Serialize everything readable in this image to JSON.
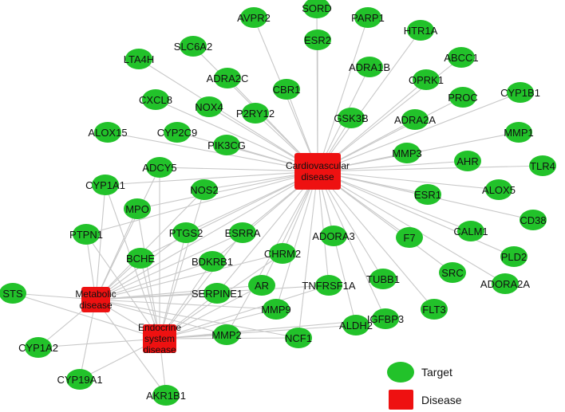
{
  "colors": {
    "target": "#22c22a",
    "disease": "#ee1111",
    "edge": "#c8c8c8"
  },
  "diseases": [
    {
      "id": "cardio",
      "lines": [
        "Cardiovascular",
        "disease"
      ]
    },
    {
      "id": "metab",
      "lines": [
        "Metabolic",
        "disease"
      ]
    },
    {
      "id": "endo",
      "lines": [
        "Endocrine",
        "system",
        "disease"
      ]
    }
  ],
  "targets": [
    {
      "label": "SORD",
      "links": [
        "cardio"
      ]
    },
    {
      "label": "AVPR2",
      "links": [
        "cardio"
      ]
    },
    {
      "label": "PARP1",
      "links": [
        "cardio"
      ]
    },
    {
      "label": "ESR2",
      "links": [
        "cardio"
      ]
    },
    {
      "label": "HTR1A",
      "links": [
        "cardio"
      ]
    },
    {
      "label": "SLC6A2",
      "links": [
        "cardio"
      ]
    },
    {
      "label": "LTA4H",
      "links": [
        "cardio"
      ]
    },
    {
      "label": "ADRA1B",
      "links": [
        "cardio"
      ]
    },
    {
      "label": "ABCC1",
      "links": [
        "cardio"
      ]
    },
    {
      "label": "ADRA2C",
      "links": [
        "cardio"
      ]
    },
    {
      "label": "OPRK1",
      "links": [
        "cardio"
      ]
    },
    {
      "label": "CBR1",
      "links": [
        "cardio"
      ]
    },
    {
      "label": "CXCL8",
      "links": [
        "cardio"
      ]
    },
    {
      "label": "NOX4",
      "links": [
        "cardio"
      ]
    },
    {
      "label": "PROC",
      "links": [
        "cardio"
      ]
    },
    {
      "label": "CYP1B1",
      "links": [
        "cardio"
      ]
    },
    {
      "label": "P2RY12",
      "links": [
        "cardio"
      ]
    },
    {
      "label": "GSK3B",
      "links": [
        "cardio"
      ]
    },
    {
      "label": "ADRA2A",
      "links": [
        "cardio"
      ]
    },
    {
      "label": "ALOX15",
      "links": [
        "cardio"
      ]
    },
    {
      "label": "CYP2C9",
      "links": [
        "cardio"
      ]
    },
    {
      "label": "MMP1",
      "links": [
        "cardio"
      ]
    },
    {
      "label": "PIK3CG",
      "links": [
        "cardio"
      ]
    },
    {
      "label": "MMP3",
      "links": [
        "cardio"
      ]
    },
    {
      "label": "AHR",
      "links": [
        "cardio"
      ]
    },
    {
      "label": "TLR4",
      "links": [
        "cardio"
      ]
    },
    {
      "label": "ADCY5",
      "links": [
        "cardio",
        "metab",
        "endo"
      ]
    },
    {
      "label": "CYP1A1",
      "links": [
        "cardio",
        "metab",
        "endo"
      ]
    },
    {
      "label": "NOS2",
      "links": [
        "cardio",
        "metab",
        "endo"
      ]
    },
    {
      "label": "ESR1",
      "links": [
        "cardio"
      ]
    },
    {
      "label": "ALOX5",
      "links": [
        "cardio"
      ]
    },
    {
      "label": "MPO",
      "links": [
        "cardio",
        "metab",
        "endo"
      ]
    },
    {
      "label": "CD38",
      "links": [
        "cardio"
      ]
    },
    {
      "label": "PTPN1",
      "links": [
        "cardio",
        "metab",
        "endo"
      ]
    },
    {
      "label": "PTGS2",
      "links": [
        "cardio",
        "metab",
        "endo"
      ]
    },
    {
      "label": "ESRRA",
      "links": [
        "cardio",
        "metab",
        "endo"
      ]
    },
    {
      "label": "ADORA3",
      "links": [
        "cardio"
      ]
    },
    {
      "label": "F7",
      "links": [
        "cardio"
      ]
    },
    {
      "label": "CALM1",
      "links": [
        "cardio"
      ]
    },
    {
      "label": "PLD2",
      "links": [
        "cardio"
      ]
    },
    {
      "label": "BCHE",
      "links": [
        "cardio",
        "metab",
        "endo"
      ]
    },
    {
      "label": "BDKRB1",
      "links": [
        "cardio",
        "metab",
        "endo"
      ]
    },
    {
      "label": "CHRM2",
      "links": [
        "cardio",
        "metab",
        "endo"
      ]
    },
    {
      "label": "SRC",
      "links": [
        "cardio"
      ]
    },
    {
      "label": "ADORA2A",
      "links": [
        "cardio"
      ]
    },
    {
      "label": "TUBB1",
      "links": [
        "cardio"
      ]
    },
    {
      "label": "STS",
      "links": [
        "metab",
        "endo"
      ]
    },
    {
      "label": "SERPINE1",
      "links": [
        "cardio",
        "metab",
        "endo"
      ]
    },
    {
      "label": "AR",
      "links": [
        "cardio",
        "metab",
        "endo"
      ]
    },
    {
      "label": "TNFRSF1A",
      "links": [
        "cardio",
        "metab",
        "endo"
      ]
    },
    {
      "label": "FLT3",
      "links": [
        "cardio"
      ]
    },
    {
      "label": "IGFBP3",
      "links": [
        "cardio",
        "endo"
      ]
    },
    {
      "label": "MMP9",
      "links": [
        "cardio",
        "metab",
        "endo"
      ]
    },
    {
      "label": "ALDH2",
      "links": [
        "cardio",
        "endo"
      ]
    },
    {
      "label": "MMP2",
      "links": [
        "cardio",
        "metab",
        "endo"
      ]
    },
    {
      "label": "NCF1",
      "links": [
        "cardio",
        "metab",
        "endo"
      ]
    },
    {
      "label": "CYP1A2",
      "links": [
        "metab",
        "endo"
      ]
    },
    {
      "label": "CYP19A1",
      "links": [
        "metab",
        "endo"
      ]
    },
    {
      "label": "AKR1B1",
      "links": [
        "metab",
        "endo"
      ]
    }
  ],
  "legend": {
    "target_label": "Target",
    "disease_label": "Disease"
  }
}
